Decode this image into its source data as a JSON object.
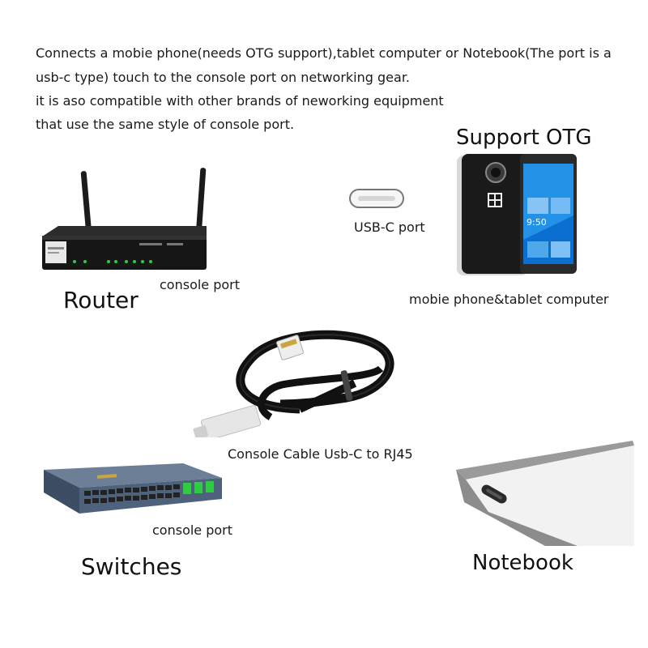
{
  "intro": {
    "line1": "Connects a mobie phone(needs OTG support),tablet computer or Notebook(The port is a",
    "line2": "usb-c type) touch to the console port on networking gear.",
    "line3": "it is aso compatible with other brands of neworking equipment",
    "line4": "that use the same style of console port."
  },
  "router": {
    "title": "Router",
    "port_label": "console port",
    "icon": "wifi-router-icon"
  },
  "usbc": {
    "label": "USB-C port",
    "icon": "usb-c-port-icon"
  },
  "phone": {
    "heading": "Support OTG",
    "label": "mobie phone&tablet computer",
    "clock": "9:50",
    "icon": "smartphone-icon"
  },
  "cable": {
    "label": "Console Cable Usb-C to RJ45",
    "icon": "console-cable-icon"
  },
  "switch": {
    "title": "Switches",
    "port_label": "console port",
    "icon": "network-switch-icon"
  },
  "notebook": {
    "title": "Notebook",
    "icon": "laptop-icon"
  },
  "colors": {
    "background": "#ffffff",
    "cable": "#111111",
    "switch_body": "#5b6f86",
    "port_green": "#2ecc40",
    "phone_screen": "#0a6fd0"
  }
}
